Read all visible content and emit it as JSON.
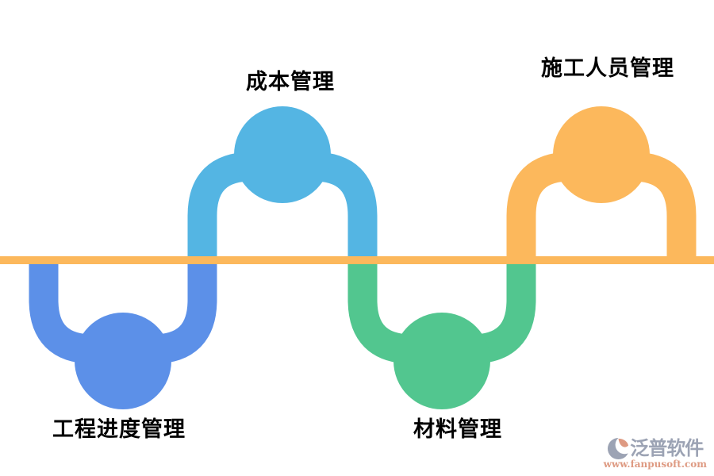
{
  "palette": {
    "baseline_orange": "#FCB85C",
    "progress_blue": "#5C90E8",
    "cost_light_blue": "#54B5E3",
    "material_green": "#52C68F",
    "personnel_orange": "#FCB85C",
    "label_black": "#000000",
    "brand_gray_blue": "#9CA3B4",
    "brand_salmon": "#DE9A82"
  },
  "diagram": {
    "type": "wave-process",
    "baseline_color": "#FCB85C",
    "nodes": [
      {
        "label": "工程进度管理",
        "color": "#5C90E8",
        "position": "below-line"
      },
      {
        "label": "成本管理",
        "color": "#54B5E3",
        "position": "above-line"
      },
      {
        "label": "材料管理",
        "color": "#52C68F",
        "position": "below-line"
      },
      {
        "label": "施工人员管理",
        "color": "#FCB85C",
        "position": "above-line"
      }
    ]
  },
  "branding": {
    "name": "泛普软件",
    "url": "www.fanpusoft.com"
  }
}
